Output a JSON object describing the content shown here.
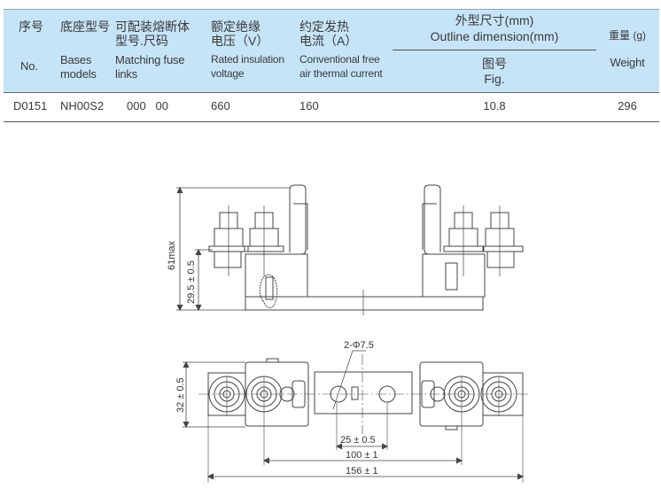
{
  "table": {
    "headers": [
      {
        "cn": "序号",
        "en": "No."
      },
      {
        "cn": "底座型号",
        "en": [
          "Bases",
          "models"
        ]
      },
      {
        "cn": [
          "可配装熔断体",
          "型号.尺码"
        ],
        "en": [
          "Matching fuse",
          "links"
        ]
      },
      {
        "cn": [
          "额定绝缘",
          "电压（V）"
        ],
        "en": [
          "Rated insulation",
          "voltage"
        ]
      },
      {
        "cn": [
          "约定发热",
          "电流（A）"
        ],
        "en": [
          "Conventional free",
          "air thermal current"
        ]
      },
      {
        "cn": "外型尺寸(mm)",
        "en": "Outline dimension(mm)",
        "sub_cn": "图号",
        "sub_en": "Fig."
      },
      {
        "cn": "重量 (g)",
        "en": "Weight"
      }
    ],
    "rows": [
      {
        "no": "D0151",
        "model": "NH00S2",
        "fuse": "000   00",
        "voltage": "660",
        "current": "160",
        "fig": "10.8",
        "weight": "296"
      }
    ]
  },
  "drawing": {
    "dim_61": "61max",
    "dim_29": "29.5 ± 0.5",
    "dim_32": "32 ± 0.5",
    "hole_label": "2-Φ7.5",
    "dim_25": "25 ± 0.5",
    "dim_100": "100 ± 1",
    "dim_156": "156 ± 1"
  }
}
